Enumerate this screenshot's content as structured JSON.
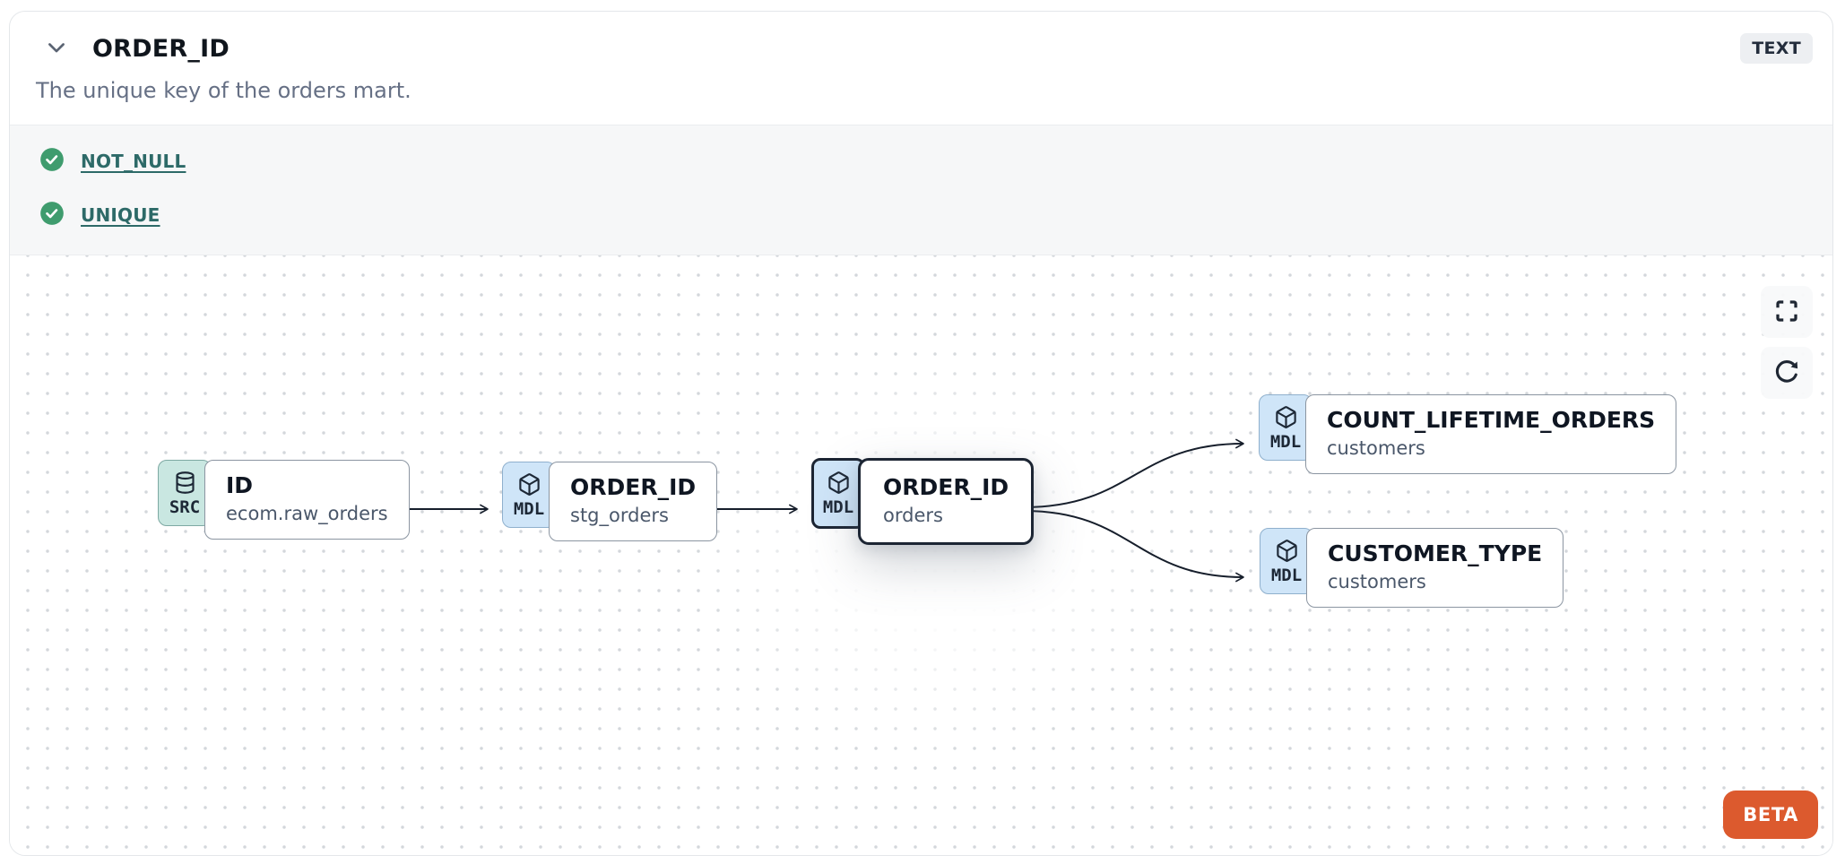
{
  "header": {
    "title": "ORDER_ID",
    "type_badge": "TEXT",
    "description": "The unique key of the orders mart."
  },
  "tests": {
    "items": [
      {
        "label": "NOT_NULL",
        "status": "pass",
        "icon": "check-circle-icon"
      },
      {
        "label": "UNIQUE",
        "status": "pass",
        "icon": "check-circle-icon"
      }
    ]
  },
  "lineage": {
    "nodes": [
      {
        "id": "source",
        "badge": "SRC",
        "icon": "database-icon",
        "title": "ID",
        "subtitle": "ecom.raw_orders",
        "selected": false
      },
      {
        "id": "stg_orders",
        "badge": "MDL",
        "icon": "cube-icon",
        "title": "ORDER_ID",
        "subtitle": "stg_orders",
        "selected": false
      },
      {
        "id": "orders",
        "badge": "MDL",
        "icon": "cube-icon",
        "title": "ORDER_ID",
        "subtitle": "orders",
        "selected": true
      },
      {
        "id": "count_lifetime_orders",
        "badge": "MDL",
        "icon": "cube-icon",
        "title": "COUNT_LIFETIME_ORDERS",
        "subtitle": "customers",
        "selected": false
      },
      {
        "id": "customer_type",
        "badge": "MDL",
        "icon": "cube-icon",
        "title": "CUSTOMER_TYPE",
        "subtitle": "customers",
        "selected": false
      }
    ],
    "edges": [
      {
        "from": "source",
        "to": "stg_orders"
      },
      {
        "from": "stg_orders",
        "to": "orders"
      },
      {
        "from": "orders",
        "to": "count_lifetime_orders"
      },
      {
        "from": "orders",
        "to": "customer_type"
      }
    ],
    "controls": {
      "fullscreen": "fullscreen-icon",
      "refresh": "refresh-icon"
    },
    "beta_label": "BETA"
  },
  "colors": {
    "accent_orange": "#DC5A2E",
    "test_green": "#3F9C6E",
    "link_teal": "#2D6A68",
    "badge_src_bg": "#C9E7E1",
    "badge_mdl_bg": "#CFE5F8",
    "selected_border": "#1C2533",
    "edge": "#161E2B"
  }
}
